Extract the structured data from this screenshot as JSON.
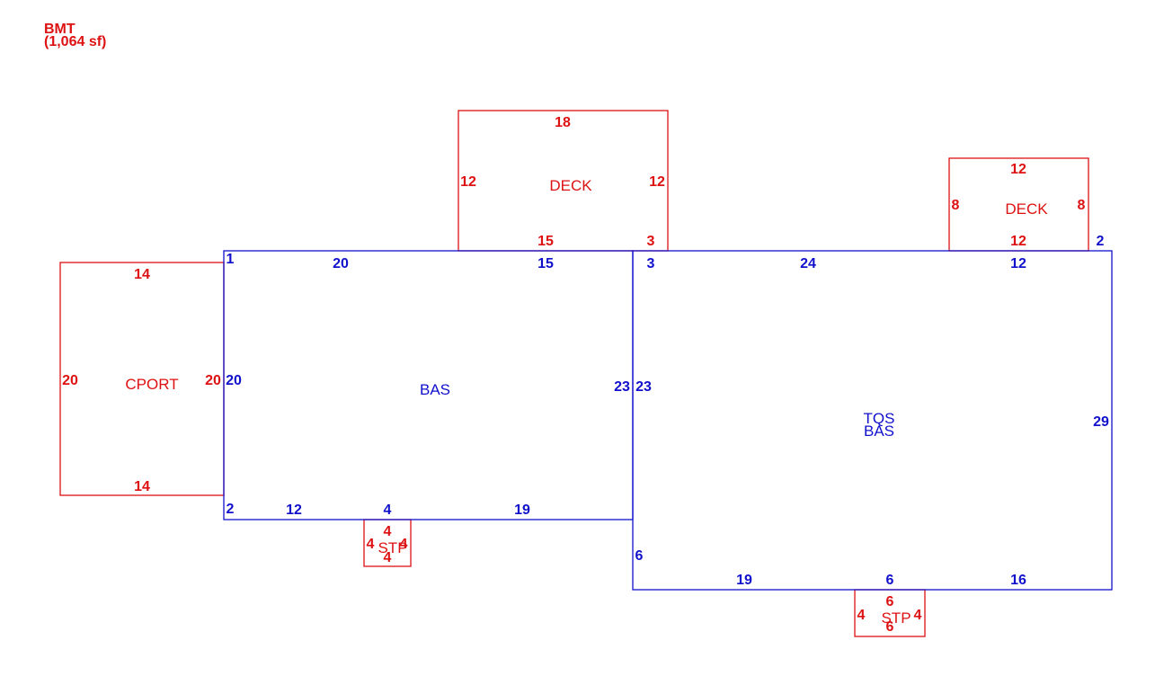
{
  "colors": {
    "red": "#dd1111",
    "blue": "#1111cc"
  },
  "header": {
    "line1": "BMT",
    "line2": "(1,064 sf)"
  },
  "areas": {
    "cport": "CPORT",
    "bas_left": "BAS",
    "deck_left": "DECK",
    "deck_right": "DECK",
    "tqs": "TQS",
    "bas_right": "BAS",
    "stp_left": "STP",
    "stp_right": "STP"
  },
  "dims": {
    "deck_left": {
      "top": "18",
      "left": "12",
      "right": "12",
      "bottom_a": "15",
      "bottom_b": "3"
    },
    "deck_right": {
      "top": "12",
      "left": "8",
      "right": "8",
      "bottom": "12"
    },
    "cport": {
      "top": "14",
      "left": "20",
      "right": "20",
      "bottom": "14"
    },
    "bas_left": {
      "corner_tl": "1",
      "top_a": "20",
      "top_b": "15",
      "left": "20",
      "right": "23",
      "corner_bl": "2",
      "bottom_a": "12",
      "bottom_b": "4",
      "bottom_c": "19"
    },
    "bas_right": {
      "top_a": "3",
      "top_b": "24",
      "top_c": "12",
      "corner_tr": "2",
      "left": "23",
      "right": "29",
      "left_low": "6",
      "bottom_a": "19",
      "bottom_b": "6",
      "bottom_c": "16"
    },
    "stp_left": {
      "top": "4",
      "left": "4",
      "right": "4",
      "bottom": "4"
    },
    "stp_right": {
      "top": "6",
      "left": "4",
      "right": "4",
      "bottom": "6"
    }
  }
}
